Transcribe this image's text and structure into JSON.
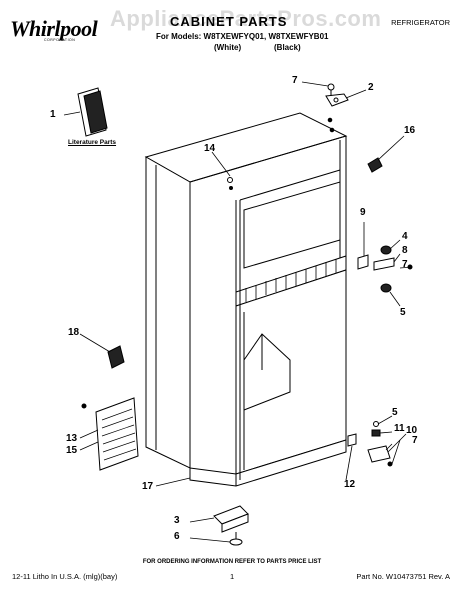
{
  "header": {
    "brand": "Whirlpool",
    "brand_sub": "CORPORATION",
    "title": "CABINET PARTS",
    "models_line": "For Models: W8TXEWFYQ01, W8TXEWFYB01",
    "variant_white": "(White)",
    "variant_black": "(Black)",
    "category": "REFRIGERATOR",
    "watermark": "AppliancePartsPros.com"
  },
  "literature_label": "Literature Parts",
  "callouts": {
    "c1": "1",
    "c2": "2",
    "c3": "3",
    "c4": "4",
    "c5a": "5",
    "c5b": "5",
    "c6": "6",
    "c7a": "7",
    "c7b": "7",
    "c7c": "7",
    "c8": "8",
    "c9": "9",
    "c10": "10",
    "c11": "11",
    "c12": "12",
    "c13": "13",
    "c14": "14",
    "c15": "15",
    "c16": "16",
    "c17": "17",
    "c18": "18"
  },
  "ordering_info": "FOR ORDERING INFORMATION REFER TO PARTS PRICE LIST",
  "footer": {
    "left": "12-11 Litho In U.S.A. (mlg)(bay)",
    "page": "1",
    "right": "Part No. W10473751 Rev. A"
  }
}
